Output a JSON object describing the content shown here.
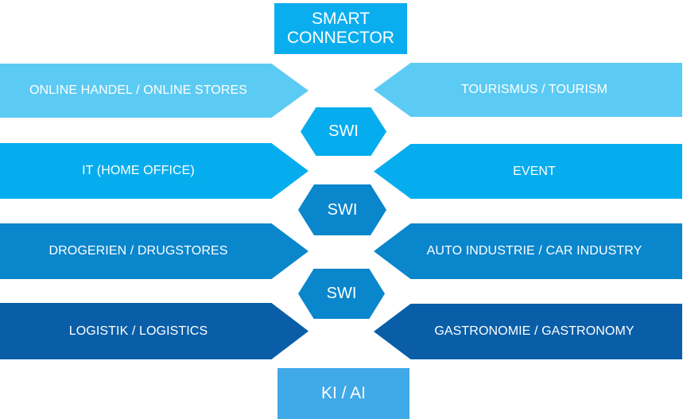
{
  "diagram": {
    "top": {
      "label_line1": "SMART",
      "label_line2": "CONNECTOR"
    },
    "bottom": {
      "label": "KI / AI"
    },
    "rows": [
      {
        "left": "ONLINE HANDEL /  ONLINE STORES",
        "right": "TOURISMUS / TOURISM"
      },
      {
        "left": "IT (HOME OFFICE)",
        "right": "EVENT"
      },
      {
        "left": "DROGERIEN / DRUGSTORES",
        "right": "AUTO INDUSTRIE / CAR INDUSTRY"
      },
      {
        "left": "LOGISTIK / LOGISTICS",
        "right": "GASTRONOMIE / GASTRONOMY"
      }
    ],
    "connectors": [
      "SWI",
      "SWI",
      "SWI"
    ]
  },
  "colors": {
    "top_box": "#0aaeef",
    "bottom_box": "#40a9e8",
    "row1": "#5ccbf4",
    "row2": "#06adee",
    "row3": "#0a86cc",
    "row4": "#0a5ea8",
    "hex1": "#06adee",
    "hex2": "#0a86cc",
    "hex3": "#0a86cc"
  }
}
